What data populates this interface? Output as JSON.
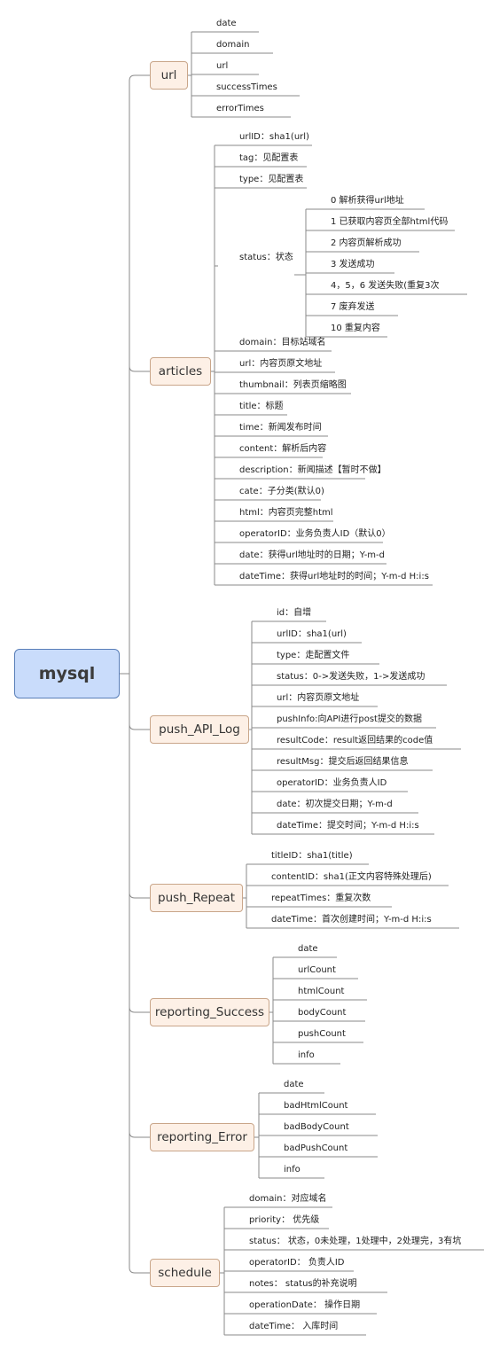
{
  "root": {
    "label": "mysql"
  },
  "branches": [
    {
      "label": "url",
      "items": [
        "date",
        "domain",
        "url",
        "successTimes",
        "errorTimes"
      ]
    },
    {
      "label": "articles",
      "items": [
        "urlID：sha1(url)",
        "tag：见配置表",
        "type：见配置表",
        "status：状态",
        "domain：目标站域名",
        "url：内容页原文地址",
        "thumbnail：列表页缩略图",
        "title：标题",
        "time：新闻发布时间",
        "content：解析后内容",
        "description：新闻描述【暂时不做】",
        "cate：子分类(默认0)",
        "html：内容页完整html",
        "operatorID：业务负责人ID（默认0）",
        "date：获得url地址时的日期；Y-m-d",
        "dateTime：获得url地址时的时间；Y-m-d H:i:s"
      ],
      "status_values": [
        "0 解析获得url地址",
        "1 已获取内容页全部html代码",
        "2 内容页解析成功",
        "3 发送成功",
        "4，5，6  发送失败(重复3次",
        "7 废弃发送",
        "10  重复内容"
      ]
    },
    {
      "label": "push_API_Log",
      "items": [
        "id：自增",
        "urlID：sha1(url)",
        "type：走配置文件",
        "status：0->发送失败，1->发送成功",
        "url：内容页原文地址",
        "pushInfo:向API进行post提交的数据",
        "resultCode：result返回结果的code值",
        "resultMsg：提交后返回结果信息",
        "operatorID：业务负责人ID",
        "date：初次提交日期；Y-m-d",
        "dateTime：提交时间；Y-m-d H:i:s"
      ]
    },
    {
      "label": "push_Repeat",
      "items": [
        "titleID：sha1(title)",
        "contentID：sha1(正文内容特殊处理后)",
        "repeatTimes：重复次数",
        "dateTime：首次创建时间；Y-m-d H:i:s"
      ]
    },
    {
      "label": "reporting_Success",
      "items": [
        "date",
        "urlCount",
        "htmlCount",
        "bodyCount",
        "pushCount",
        "info"
      ]
    },
    {
      "label": "reporting_Error",
      "items": [
        "date",
        "badHtmlCount",
        "badBodyCount",
        "badPushCount",
        "info"
      ]
    },
    {
      "label": "schedule",
      "items": [
        "domain：对应域名",
        "priority： 优先级",
        "status： 状态，0未处理，1处理中，2处理完，3有坑",
        "operatorID： 负责人ID",
        "notes： status的补充说明",
        "operationDate： 操作日期",
        "dateTime： 入库时间"
      ]
    }
  ]
}
